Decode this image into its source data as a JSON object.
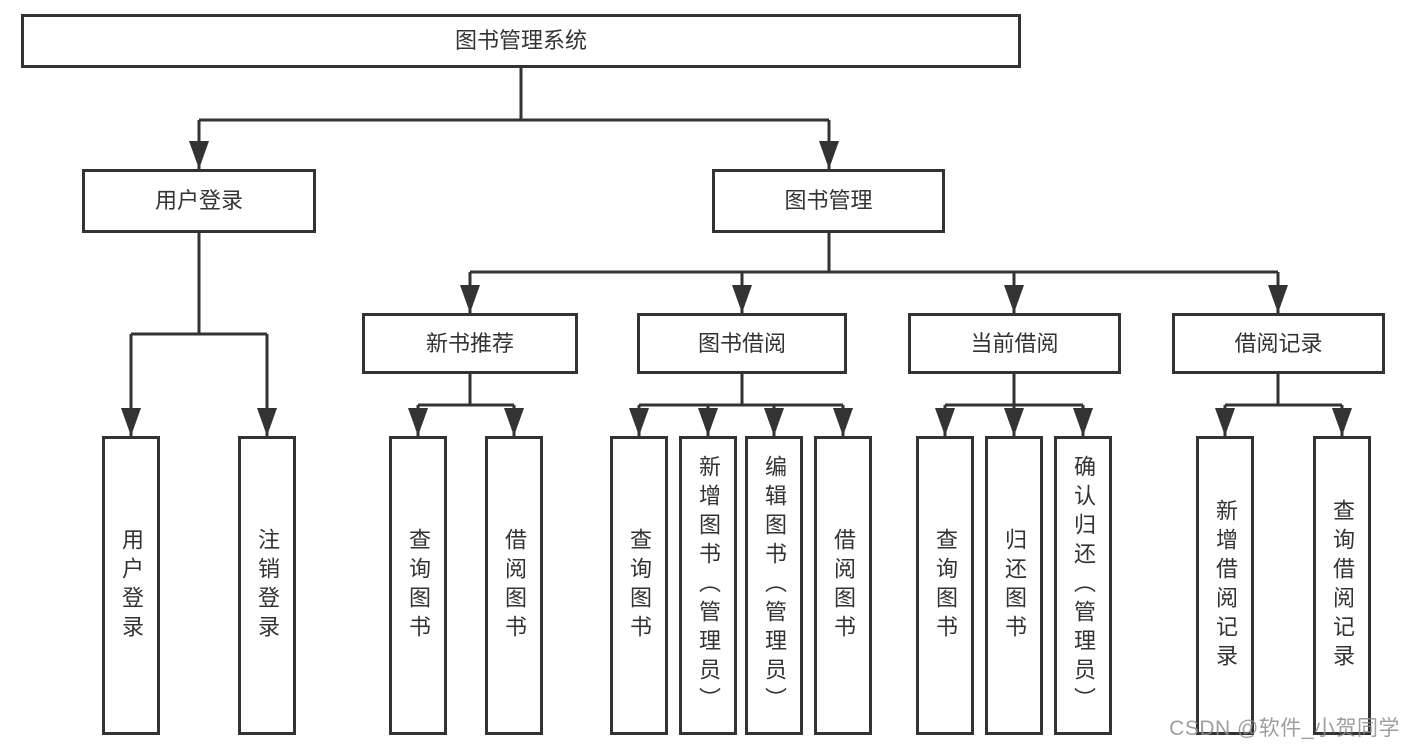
{
  "diagram": {
    "type": "hierarchy-functional-structure",
    "tree": {
      "label": "图书管理系统",
      "children": [
        {
          "label": "用户登录",
          "children": [
            {
              "label": "用户登录"
            },
            {
              "label": "注销登录"
            }
          ]
        },
        {
          "label": "图书管理",
          "children": [
            {
              "label": "新书推荐",
              "children": [
                {
                  "label": "查询图书"
                },
                {
                  "label": "借阅图书"
                }
              ]
            },
            {
              "label": "图书借阅",
              "children": [
                {
                  "label": "查询图书"
                },
                {
                  "label": "新增图书（管理员）"
                },
                {
                  "label": "编辑图书（管理员）"
                },
                {
                  "label": "借阅图书"
                }
              ]
            },
            {
              "label": "当前借阅",
              "children": [
                {
                  "label": "查询图书"
                },
                {
                  "label": "归还图书"
                },
                {
                  "label": "确认归还（管理员）"
                }
              ]
            },
            {
              "label": "借阅记录",
              "children": [
                {
                  "label": "新增借阅记录"
                },
                {
                  "label": "查询借阅记录"
                }
              ]
            }
          ]
        }
      ]
    },
    "colors": {
      "line": "#333333",
      "box_border": "#333333",
      "text": "#333333",
      "background": "#ffffff",
      "watermark": "#8e8e8e"
    }
  },
  "watermark": {
    "text": "CSDN @软件_小贺同学"
  }
}
